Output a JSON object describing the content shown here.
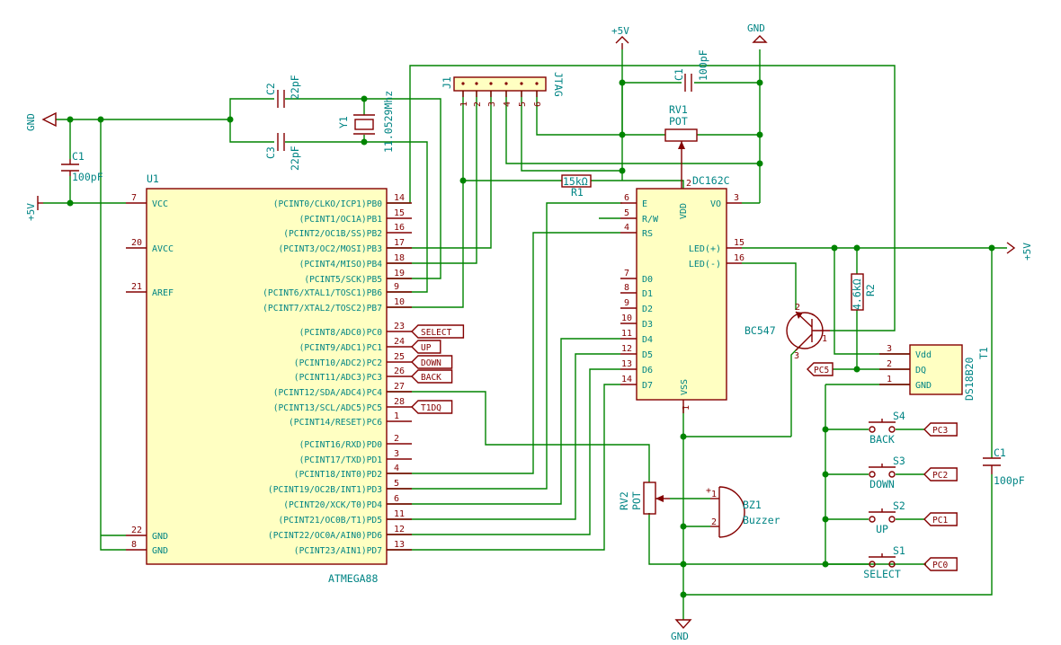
{
  "schematic": {
    "u1": {
      "ref": "U1",
      "value": "ATMEGA88",
      "left_pins": [
        {
          "num": "7",
          "name": "VCC"
        },
        {
          "num": "20",
          "name": "AVCC"
        },
        {
          "num": "21",
          "name": "AREF"
        },
        {
          "num": "22",
          "name": "GND"
        },
        {
          "num": "8",
          "name": "GND"
        }
      ],
      "right_pins": [
        {
          "num": "14",
          "name": "(PCINT0/CLKO/ICP1)PB0"
        },
        {
          "num": "15",
          "name": "(PCINT1/OC1A)PB1"
        },
        {
          "num": "16",
          "name": "(PCINT2/OC1B/SS)PB2"
        },
        {
          "num": "17",
          "name": "(PCINT3/OC2/MOSI)PB3"
        },
        {
          "num": "18",
          "name": "(PCINT4/MISO)PB4"
        },
        {
          "num": "19",
          "name": "(PCINT5/SCK)PB5"
        },
        {
          "num": "9",
          "name": "(PCINT6/XTAL1/TOSC1)PB6"
        },
        {
          "num": "10",
          "name": "(PCINT7/XTAL2/TOSC2)PB7"
        },
        {
          "num": "23",
          "name": "(PCINT8/ADC0)PC0"
        },
        {
          "num": "24",
          "name": "(PCINT9/ADC1)PC1"
        },
        {
          "num": "25",
          "name": "(PCINT10/ADC2)PC2"
        },
        {
          "num": "26",
          "name": "(PCINT11/ADC3)PC3"
        },
        {
          "num": "27",
          "name": "(PCINT12/SDA/ADC4)PC4"
        },
        {
          "num": "28",
          "name": "(PCINT13/SCL/ADC5)PC5"
        },
        {
          "num": "1",
          "name": "(PCINT14/RESET)PC6"
        },
        {
          "num": "2",
          "name": "(PCINT16/RXD)PD0"
        },
        {
          "num": "3",
          "name": "(PCINT17/TXD)PD1"
        },
        {
          "num": "4",
          "name": "(PCINT18/INT0)PD2"
        },
        {
          "num": "5",
          "name": "(PCINT19/OC2B/INT1)PD3"
        },
        {
          "num": "6",
          "name": "(PCINT20/XCK/T0)PD4"
        },
        {
          "num": "11",
          "name": "(PCINT21/OC0B/T1)PD5"
        },
        {
          "num": "12",
          "name": "(PCINT22/OC0A/AIN0)PD6"
        },
        {
          "num": "13",
          "name": "(PCINT23/AIN1)PD7"
        }
      ],
      "global_labels": [
        "SELECT",
        "UP",
        "DOWN",
        "BACK",
        "T1DQ"
      ]
    },
    "lcd": {
      "ref": "DC162C",
      "left_pins": [
        {
          "num": "6",
          "name": "E"
        },
        {
          "num": "5",
          "name": "R/W"
        },
        {
          "num": "4",
          "name": "RS"
        },
        {
          "num": "7",
          "name": "D0"
        },
        {
          "num": "8",
          "name": "D1"
        },
        {
          "num": "9",
          "name": "D2"
        },
        {
          "num": "10",
          "name": "D3"
        },
        {
          "num": "11",
          "name": "D4"
        },
        {
          "num": "12",
          "name": "D5"
        },
        {
          "num": "13",
          "name": "D6"
        },
        {
          "num": "14",
          "name": "D7"
        }
      ],
      "right_pins": [
        {
          "num": "3",
          "name": "VO"
        },
        {
          "num": "15",
          "name": "LED(+)"
        },
        {
          "num": "16",
          "name": "LED(-)"
        }
      ],
      "top_pin": {
        "num": "2",
        "name": "VDD"
      },
      "bottom_pin": {
        "num": "1",
        "name": "VSS"
      }
    },
    "j1": {
      "ref": "J1",
      "value": "JTAG",
      "pins": [
        "1",
        "2",
        "3",
        "4",
        "5",
        "6"
      ]
    },
    "c2": {
      "ref": "C2",
      "value": "22pF"
    },
    "c3": {
      "ref": "C3",
      "value": "22pF"
    },
    "y1": {
      "ref": "Y1",
      "value": "11.0529Mhz"
    },
    "c1_left": {
      "ref": "C1",
      "value": "100pF"
    },
    "c1_top": {
      "ref": "C1",
      "value": "100pF"
    },
    "c1_right": {
      "ref": "C1",
      "value": "100pF"
    },
    "rv1": {
      "ref": "RV1",
      "value": "POT",
      "pin": "2"
    },
    "r1": {
      "ref": "R1",
      "value": "15kΩ"
    },
    "r2": {
      "ref": "R2",
      "value": "4.6kΩ"
    },
    "q1": {
      "value": "BC547",
      "pins": [
        "1",
        "2",
        "3"
      ]
    },
    "t1": {
      "ref": "T1",
      "value": "DS18B20",
      "pins": [
        {
          "num": "3",
          "name": "Vdd"
        },
        {
          "num": "2",
          "name": "DQ"
        },
        {
          "num": "1",
          "name": "GND"
        }
      ],
      "label": "PC5"
    },
    "rv2": {
      "ref": "RV2",
      "value": "POT"
    },
    "bz1": {
      "ref": "BZ1",
      "value": "Buzzer",
      "pins": [
        "1",
        "2"
      ],
      "plus": "+"
    },
    "switches": [
      {
        "ref": "S4",
        "value": "BACK",
        "label": "PC3"
      },
      {
        "ref": "S3",
        "value": "DOWN",
        "label": "PC2"
      },
      {
        "ref": "S2",
        "value": "UP",
        "label": "PC1"
      },
      {
        "ref": "S1",
        "value": "SELECT",
        "label": "PC0"
      }
    ],
    "power": {
      "vcc": "+5V",
      "gnd": "GND"
    },
    "colors": {
      "wire": "#008400",
      "component": "#840000",
      "component_fill": "#ffffc2",
      "text": "#008484"
    }
  }
}
